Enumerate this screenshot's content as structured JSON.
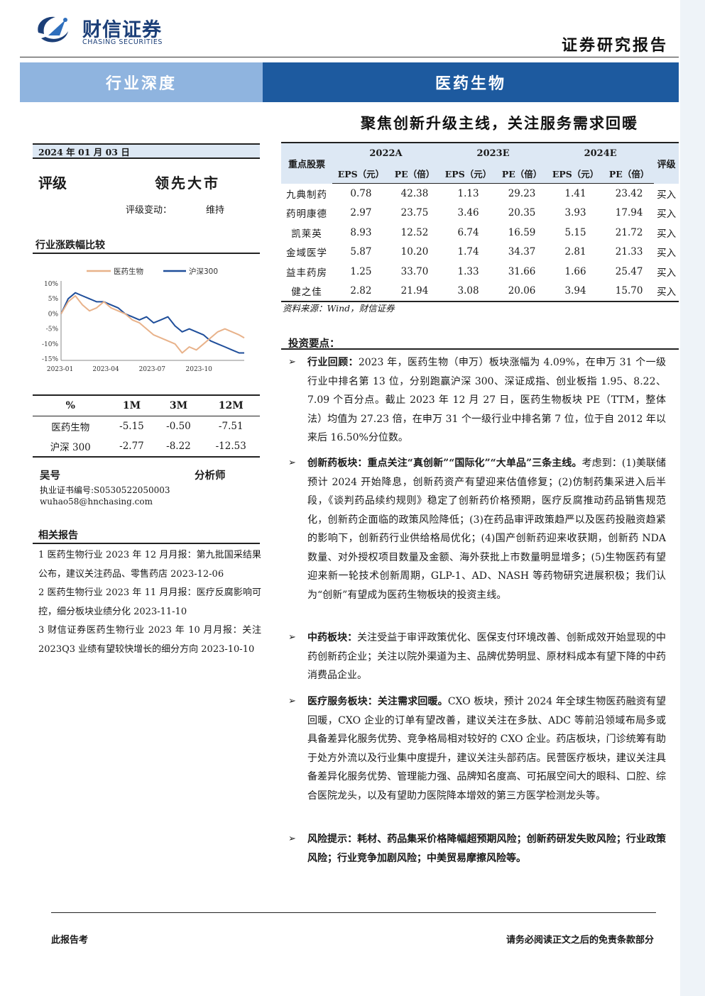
{
  "header": {
    "logo_cn": "财信证券",
    "logo_en": "CHASING SECURITIES",
    "doc_type": "证券研究报告",
    "band_left": "行业深度",
    "band_right": "医药生物",
    "headline": "聚焦创新升级主线，关注服务需求回暖"
  },
  "left": {
    "date": "2024 年 01 月 03 日",
    "rating_label": "评级",
    "rating_value": "领先大市",
    "rating_change_label": "评级变动：",
    "rating_change_value": "维持",
    "chart_section_title": "行业涨跌幅比较",
    "perf_table": {
      "headers": [
        "%",
        "1M",
        "3M",
        "12M"
      ],
      "rows": [
        [
          "医药生物",
          "-5.15",
          "-0.50",
          "-7.51"
        ],
        [
          "沪深 300",
          "-2.77",
          "-8.22",
          "-12.53"
        ]
      ]
    },
    "analyst": {
      "name": "吴号",
      "role": "分析师",
      "cert": "执业证书编号:S0530522050003",
      "email": "wuhao58@hnchasing.com"
    },
    "related_title": "相关报告",
    "related_reports": [
      "1 医药生物行业 2023 年 12 月月报：第九批国采结果公布，建议关注药品、零售药店 2023-12-06",
      "2 医药生物行业 2023 年 11 月月报：医疗反腐影响可控，细分板块业绩分化 2023-11-10",
      "3 财信证券医药生物行业 2023 年 10 月月报：关注 2023Q3 业绩有望较快增长的细分方向 2023-10-10"
    ]
  },
  "chart_data": {
    "type": "line",
    "legend": [
      "医药生物",
      "沪深300"
    ],
    "colors": [
      "#e8b28a",
      "#1f4e9a"
    ],
    "xticks": [
      "2023-01",
      "2023-04",
      "2023-07",
      "2023-10"
    ],
    "yticks": [
      "10%",
      "5%",
      "0%",
      "-5%",
      "-10%",
      "-15%"
    ],
    "ylim": [
      -15,
      10
    ],
    "x": [
      "2023-01-03",
      "2023-01-17",
      "2023-01-31",
      "2023-02-14",
      "2023-02-28",
      "2023-03-14",
      "2023-03-28",
      "2023-04-11",
      "2023-04-25",
      "2023-05-09",
      "2023-05-23",
      "2023-06-06",
      "2023-06-20",
      "2023-07-04",
      "2023-07-18",
      "2023-08-01",
      "2023-08-15",
      "2023-08-29",
      "2023-09-12",
      "2023-09-26",
      "2023-10-10",
      "2023-10-24",
      "2023-11-07",
      "2023-11-21",
      "2023-12-05",
      "2023-12-19",
      "2023-12-29"
    ],
    "series": [
      {
        "name": "医药生物",
        "values": [
          0,
          4,
          6,
          3,
          1,
          2,
          4,
          2,
          1,
          0,
          -2,
          -3,
          -5,
          -7,
          -8,
          -9,
          -10,
          -13,
          -11,
          -12,
          -10,
          -8,
          -6,
          -5,
          -6,
          -7,
          -8
        ]
      },
      {
        "name": "沪深300",
        "values": [
          0,
          5,
          7,
          6,
          5,
          4,
          4,
          3,
          2,
          0,
          -1,
          -2,
          -1,
          -3,
          -2,
          -1,
          -4,
          -6,
          -5,
          -6,
          -7,
          -9,
          -10,
          -11,
          -12,
          -13,
          -13
        ]
      }
    ]
  },
  "stock_table": {
    "col_stock": "重点股票",
    "years": [
      "2022A",
      "2023E",
      "2024E"
    ],
    "subcols": [
      "EPS（元）",
      "PE（倍）"
    ],
    "col_rating": "评级",
    "rows": [
      [
        "九典制药",
        "0.78",
        "42.38",
        "1.13",
        "29.23",
        "1.41",
        "23.42",
        "买入"
      ],
      [
        "药明康德",
        "2.97",
        "23.75",
        "3.46",
        "20.35",
        "3.93",
        "17.94",
        "买入"
      ],
      [
        "凯莱英",
        "8.93",
        "12.52",
        "6.74",
        "16.59",
        "5.15",
        "21.72",
        "买入"
      ],
      [
        "金域医学",
        "5.87",
        "10.20",
        "1.74",
        "34.37",
        "2.81",
        "21.33",
        "买入"
      ],
      [
        "益丰药房",
        "1.25",
        "33.70",
        "1.33",
        "31.66",
        "1.66",
        "25.47",
        "买入"
      ],
      [
        "健之佳",
        "2.82",
        "21.94",
        "3.08",
        "20.06",
        "3.94",
        "15.70",
        "买入"
      ]
    ],
    "source": "资料来源：Wind，财信证券"
  },
  "key_points": {
    "title": "投资要点：",
    "bullets": [
      {
        "lead": "行业回顾：",
        "text": "2023 年，医药生物（申万）板块涨幅为 4.09%，在申万 31 个一级行业中排名第 13 位，分别跑赢沪深 300、深证成指、创业板指 1.95、8.22、7.09 个百分点。截止 2023 年 12 月 27 日，医药生物板块 PE（TTM，整体法）均值为 27.23 倍，在申万 31 个一级行业中排名第 7 位，位于自 2012 年以来后 16.50%分位数。"
      },
      {
        "lead": "创新药板块：重点关注“真创新”“国际化”“大单品”三条主线。",
        "text": "考虑到：(1)美联储预计 2024 开始降息，创新药资产有望迎来估值修复；(2)仿制药集采进入后半段，《谈判药品续约规则》稳定了创新药价格预期，医疗反腐推动药品销售规范化，创新药企面临的政策风险降低；(3)在药品审评政策趋严以及医药投融资趋紧的影响下，创新药行业供给格局优化；(4)国产创新药迎来收获期，创新药 NDA 数量、对外授权项目数量及金额、海外获批上市数量明显增多；(5)生物医药有望迎来新一轮技术创新周期，GLP-1、AD、NASH 等药物研究进展积极；我们认为“创新”有望成为医药生物板块的投资主线。"
      },
      {
        "lead": "中药板块：",
        "text": "关注受益于审评政策优化、医保支付环境改善、创新成效开始显现的中药创新药企业；关注以院外渠道为主、品牌优势明显、原材料成本有望下降的中药消费品企业。"
      },
      {
        "lead": "医疗服务板块：关注需求回暖。",
        "text": "CXO 板块，预计 2024 年全球生物医药融资有望回暖，CXO 企业的订单有望改善，建议关注在多肽、ADC 等前沿领域布局多或具备差异化服务优势、竞争格局相对较好的 CXO 企业。药店板块，门诊统筹有助于处方外流以及行业集中度提升，建议关注头部药店。民营医疗板块，建议关注具备差异化服务优势、管理能力强、品牌知名度高、可拓展空间大的眼科、口腔、综合医院龙头，以及有望助力医院降本增效的第三方医学检测龙头等。"
      },
      {
        "lead": "风险提示：耗材、药品集采价格降幅超预期风险；创新药研发失败风险；行业政策风险；行业竞争加剧风险；中美贸易摩擦风险等。",
        "text": ""
      }
    ]
  },
  "footer": {
    "left": "此报告考",
    "right": "请务必阅读正文之后的免责条款部分"
  }
}
